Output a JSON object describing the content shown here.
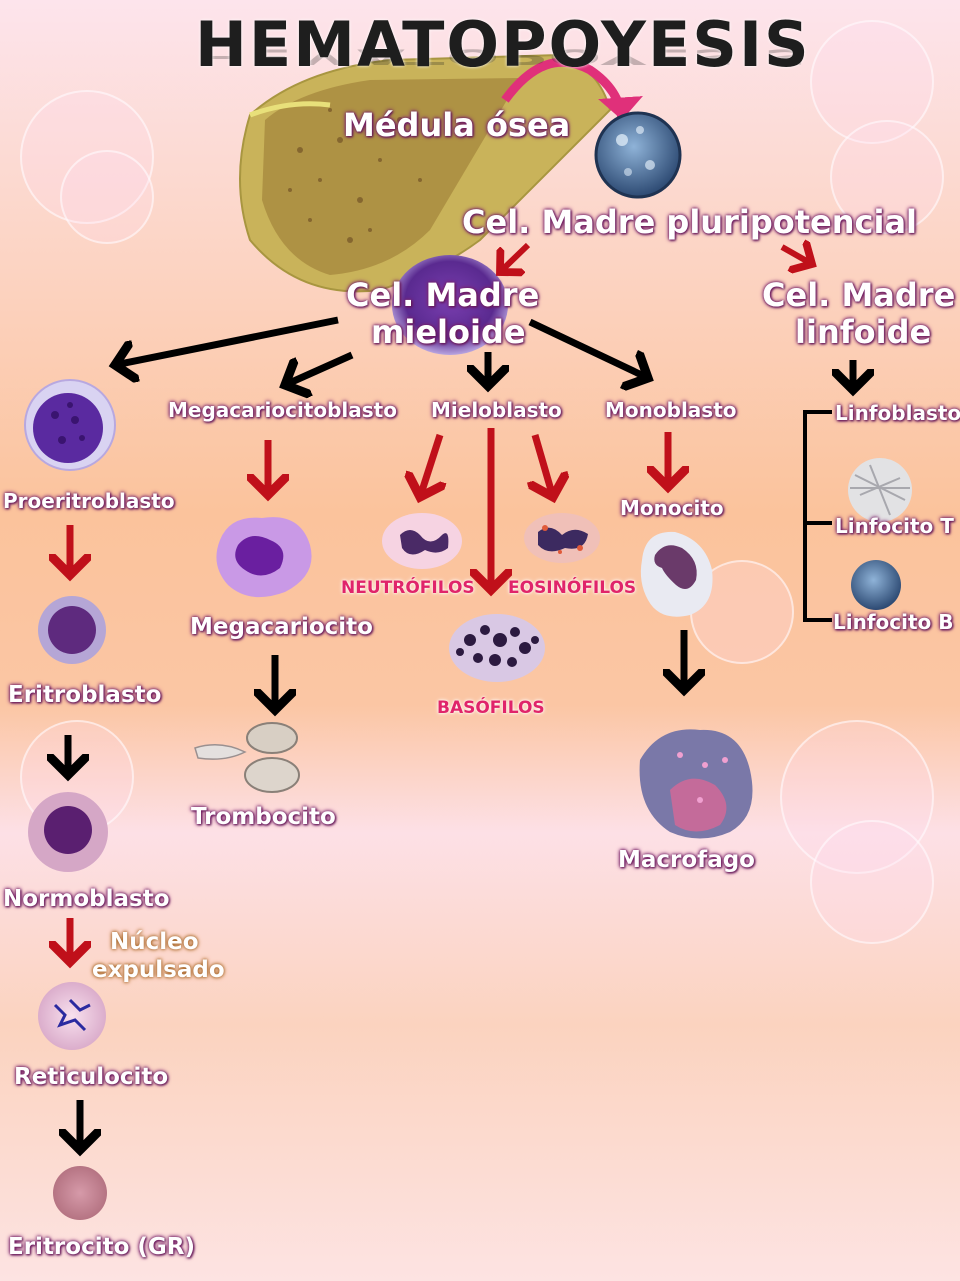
{
  "title": "HEMATOPOYESIS",
  "labels": {
    "medula": "Médula ósea",
    "pluripotencial": "Cel. Madre pluripotencial",
    "mieloide_1": "Cel. Madre",
    "mieloide_2": "mieloide",
    "linfoide_1": "Cel. Madre",
    "linfoide_2": "linfoide",
    "megacariocitoblasto": "Megacariocitoblasto",
    "mieloblasto": "Mieloblasto",
    "monoblasto": "Monoblasto",
    "linfoblasto": "Linfoblasto",
    "proeritroblasto": "Proeritroblasto",
    "monocito": "Monocito",
    "linfocito_t": "Linfocito T",
    "linfocito_b": "Linfocito B",
    "neutrofilos": "NEUTRÓFILOS",
    "eosinofilos": "EOSINÓFILOS",
    "megacariocito": "Megacariocito",
    "eritroblasto": "Eritroblasto",
    "basofilos": "BASÓFILOS",
    "trombocito": "Trombocito",
    "macrofago": "Macrofago",
    "normoblasto": "Normoblasto",
    "nucleo_1": "Núcleo",
    "nucleo_2": "expulsado",
    "reticulocito": "Reticulocito",
    "eritrocito": "Eritrocito (GR)"
  },
  "colors": {
    "red_arrow": "#c0101a",
    "black_arrow": "#000000",
    "magenta_arrow": "#e0307a",
    "label_glow": "#8e2a7a"
  }
}
